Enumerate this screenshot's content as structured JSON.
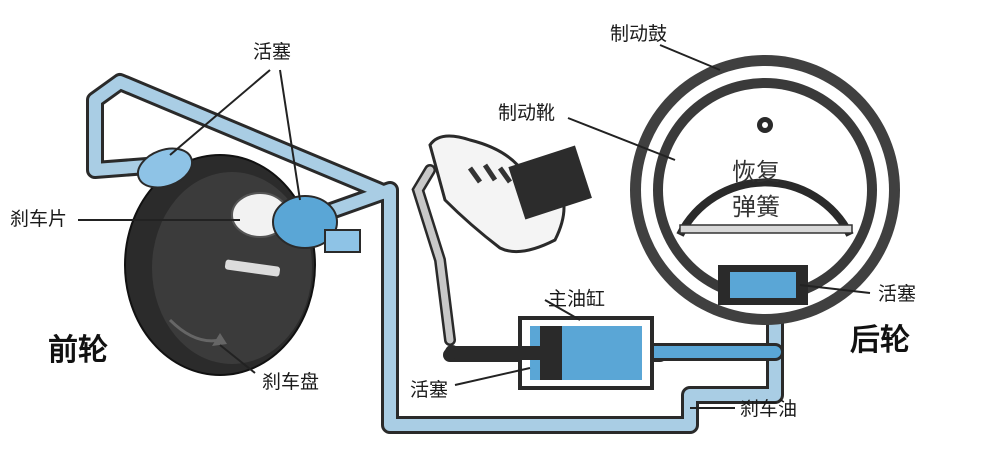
{
  "labels": {
    "piston_top": "活塞",
    "brake_pad": "刹车片",
    "front_wheel": "前轮",
    "brake_disc": "刹车盘",
    "brake_drum": "制动鼓",
    "brake_shoe": "制动靴",
    "return_spring_line1": "恢复",
    "return_spring_line2": "弹簧",
    "master_cylinder": "主油缸",
    "piston_master": "活塞",
    "piston_rear": "活塞",
    "rear_wheel": "后轮",
    "brake_fluid": "刹车油"
  },
  "colors": {
    "pipe": "#a9cde4",
    "fluid": "#5aa6d6",
    "fluid_light": "#8ec3e6",
    "outline": "#2a2a2a",
    "dark": "#252525",
    "drum": "#3a3a3a"
  },
  "icons": [
    "brake-pedal-icon",
    "shoe-icon"
  ]
}
